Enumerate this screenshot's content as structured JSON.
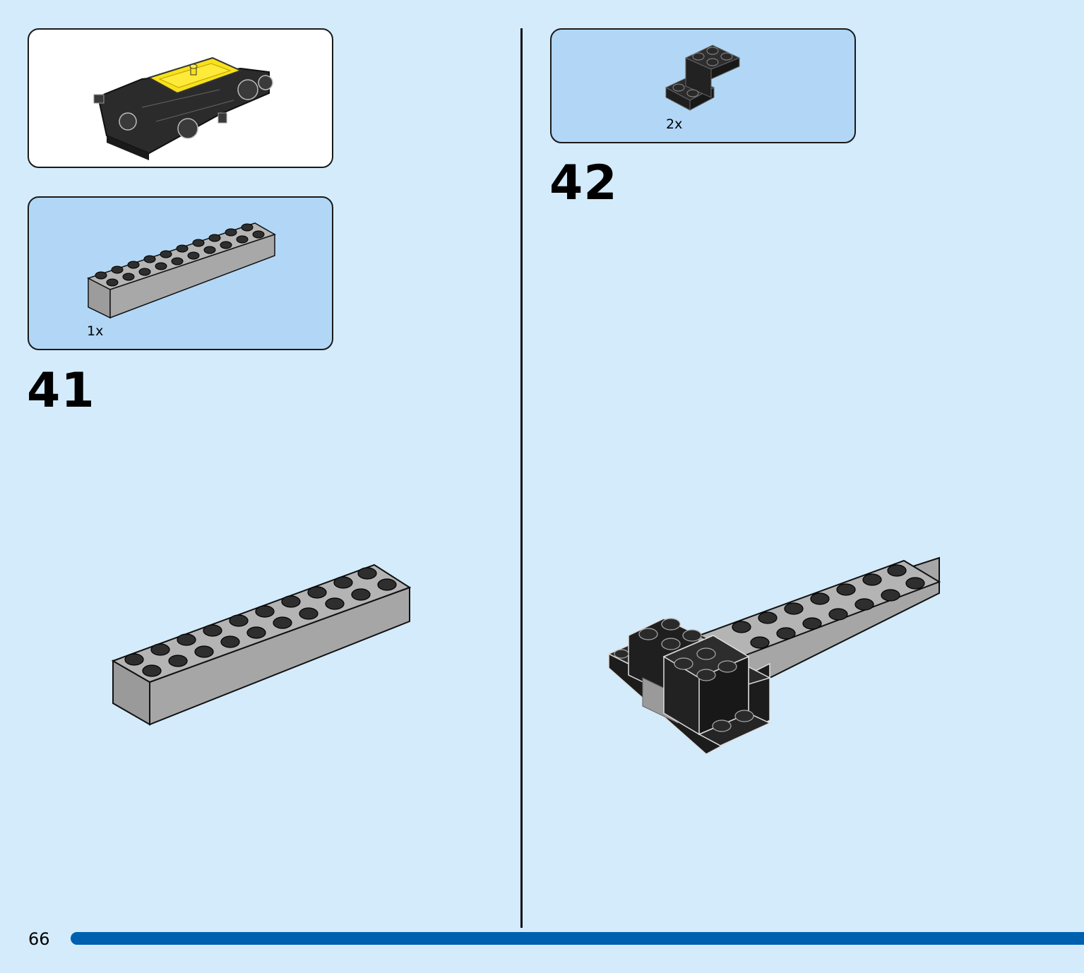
{
  "left_step": {
    "number": "41",
    "parts": [
      {
        "qty": "1x",
        "part": "grey-brick-2x10"
      }
    ]
  },
  "right_step": {
    "number": "42",
    "parts": [
      {
        "qty": "2x",
        "part": "black-bracket-2x2"
      }
    ]
  },
  "footer": {
    "page_number": "66"
  },
  "colors": {
    "page_background": "#d4ebfb",
    "parts_box": "#b2d7f6",
    "progress": "#0060b0",
    "brick_grey": "#a4a4a4",
    "brick_black": "#2a2a2a",
    "accent_yellow": "#f7e11b"
  }
}
